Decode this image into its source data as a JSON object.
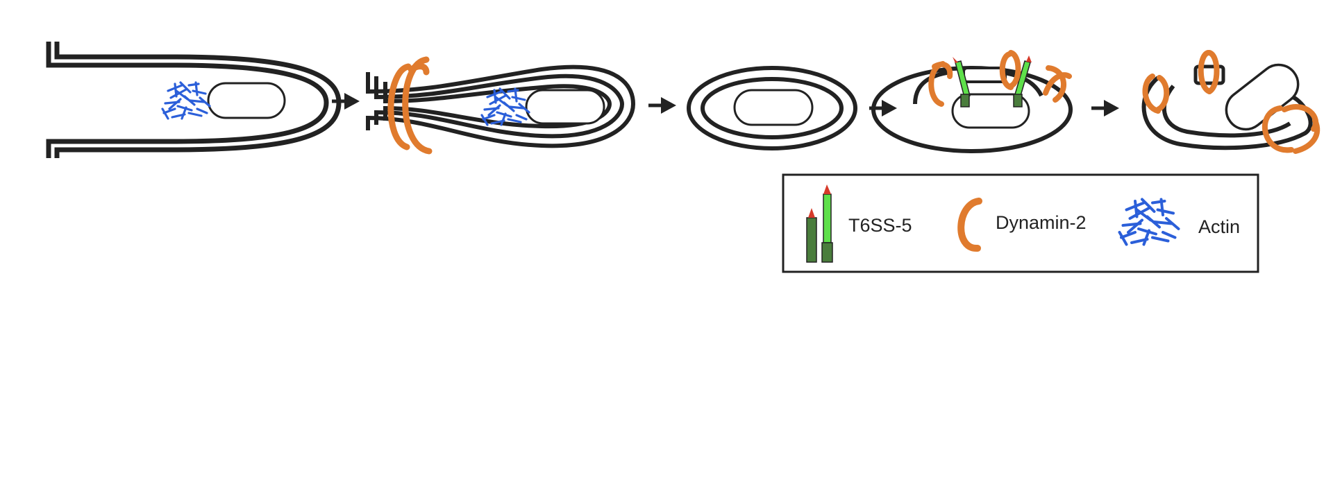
{
  "colors": {
    "membrane": "#222222",
    "dynamin": "#e07b2e",
    "actin": "#2b5fd9",
    "t6ss_dark": "#4a7d3c",
    "t6ss_light": "#5ee04a",
    "t6ss_tip": "#d63a2a",
    "background": "#ffffff"
  },
  "legend": {
    "t6ss_label": "T6SS-5",
    "dynamin_label": "Dynamin-2",
    "actin_label": "Actin"
  },
  "icons": {
    "arrow": "right-arrow-icon",
    "actin": "actin-filament-icon",
    "dynamin": "dynamin-ring-icon",
    "t6ss": "t6ss-needle-icon"
  }
}
